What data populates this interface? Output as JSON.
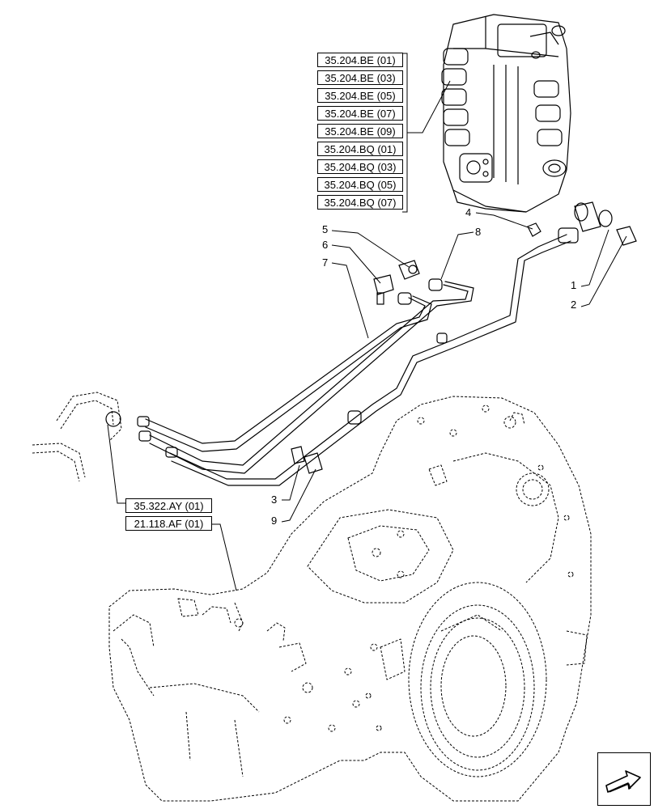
{
  "references": {
    "valve_group": [
      "35.204.BE (01)",
      "35.204.BE (03)",
      "35.204.BE (05)",
      "35.204.BE (07)",
      "35.204.BE (09)",
      "35.204.BQ (01)",
      "35.204.BQ (03)",
      "35.204.BQ (05)",
      "35.204.BQ (07)"
    ],
    "lower": [
      "35.322.AY (01)",
      "21.118.AF (01)"
    ]
  },
  "callouts": {
    "c1": "1",
    "c2": "2",
    "c3": "3",
    "c4": "4",
    "c5": "5",
    "c6": "6",
    "c7": "7",
    "c8": "8",
    "c9": "9"
  },
  "icons": {
    "nav": "arrow-icon"
  }
}
